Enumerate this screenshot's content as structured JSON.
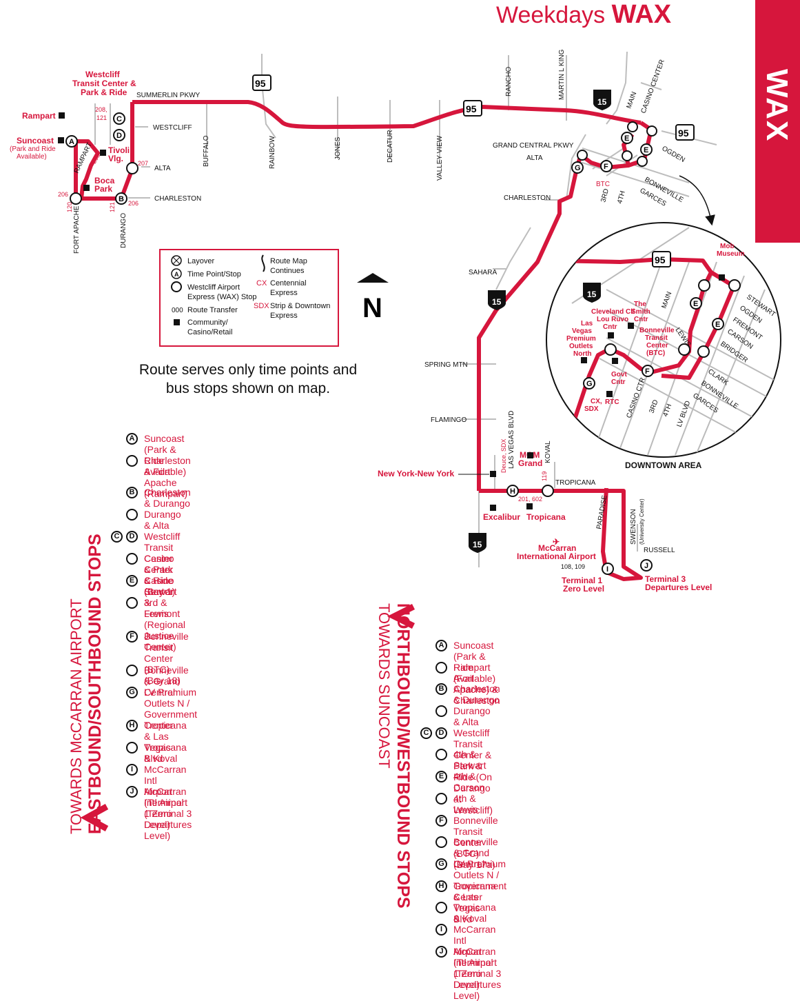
{
  "header": {
    "title_light": "Weekdays",
    "title_bold": "WAX",
    "tab": "WAX"
  },
  "colors": {
    "route": "#d6163c",
    "street": "#bbbbbb",
    "text": "#111111"
  },
  "legend": {
    "layover": "Layover",
    "time_point": "Time Point/Stop",
    "wax_stop_1": "Westcliff Airport",
    "wax_stop_2": "Express (WAX) Stop",
    "transfer_code": "000",
    "transfer": "Route Transfer",
    "community_1": "Community/",
    "community_2": "Casino/Retail",
    "continues_1": "Route Map",
    "continues_2": "Continues",
    "cx_code": "CX",
    "cx_1": "Centennial",
    "cx_2": "Express",
    "sdx_code": "SDX",
    "sdx_1": "Strip & Downtown",
    "sdx_2": "Express"
  },
  "north": "N",
  "note_line1": "Route serves only time points and",
  "note_line2": "bus stops shown on map.",
  "streets": {
    "summerlin": "SUMMERLIN PKWY",
    "westcliff": "WESTCLIFF",
    "alta": "ALTA",
    "charleston": "CHARLESTON",
    "rampart": "RAMPART",
    "fort_apache": "FORT APACHE",
    "durango": "DURANGO",
    "buffalo": "BUFFALO",
    "rainbow": "RAINBOW",
    "jones": "JONES",
    "decatur": "DECATUR",
    "valley_view": "VALLEY VIEW",
    "rancho": "RANCHO",
    "mlk": "MARTIN L KING",
    "main": "MAIN",
    "casino_center": "CASINO CENTER",
    "ogden": "OGDEN",
    "grand_central": "GRAND CENTRAL PKWY",
    "bonneville_garces_1": "BONNEVILLE",
    "bonneville_garces_2": "GARCES",
    "third": "3RD",
    "fourth": "4TH",
    "btc": "BTC",
    "sahara": "SAHARA",
    "spring_mtn": "SPRING MTN",
    "flamingo": "FLAMINGO",
    "tropicana": "TROPICANA",
    "las_vegas_blvd": "LAS VEGAS BLVD",
    "koval": "KOVAL",
    "paradise": "PARADISE",
    "swenson_1": "SWENSON",
    "swenson_2": "(University Center)",
    "russell": "RUSSELL",
    "alta2": "ALTA",
    "charleston2": "CHARLESTON"
  },
  "shields": {
    "us95": "95",
    "i15": "15"
  },
  "places": {
    "rampart": "Rampart",
    "westcliff_1": "Westcliff",
    "westcliff_2": "Transit Center &",
    "westcliff_3": "Park & Ride",
    "suncoast_1": "Suncoast",
    "suncoast_2": "(Park and Ride",
    "suncoast_3": "Available)",
    "tivoli_1": "Tivoli",
    "tivoli_2": "Vlg.",
    "boca_1": "Boca",
    "boca_2": "Park",
    "nyny": "New York-New York",
    "mgm_1": "MGM",
    "mgm_2": "Grand",
    "excalibur": "Excalibur",
    "tropicana": "Tropicana",
    "airport_1": "McCarran",
    "airport_2": "International Airport",
    "t1_1": "Terminal 1",
    "t1_2": "Zero Level",
    "t3_1": "Terminal 3",
    "t3_2": "Departures Level",
    "mob_1": "Mob",
    "mob_2": "Museum",
    "cleveland_1": "Cleveland Cl/",
    "cleveland_2": "Lou Ruvo",
    "cleveland_3": "Cntr",
    "smith_1": "The",
    "smith_2": "Smith",
    "smith_3": "Cntr",
    "outlets_1": "Las",
    "outlets_2": "Vegas",
    "outlets_3": "Premium",
    "outlets_4": "Outlets",
    "outlets_5": "North",
    "btc_1": "Bonneville",
    "btc_2": "Transit",
    "btc_3": "Center",
    "btc_4": "(BTC)",
    "govt_1": "Govt",
    "govt_2": "Cntr",
    "rtc": "RTC",
    "cx_sdx_1": "CX,",
    "cx_sdx_2": "SDX",
    "downtown": "DOWNTOWN AREA"
  },
  "transfers": {
    "t208": "208,",
    "t121": "121",
    "t208b": "208",
    "t207": "207",
    "t206a": "206",
    "t206b": "206",
    "t120": "120",
    "t121b": "121",
    "t108": "108, 109",
    "t201": "201, 602",
    "t119": "119",
    "t_deuce": "Deuce, SDX"
  },
  "inset_streets": {
    "stewart": "STEWART",
    "ogden": "OGDEN",
    "fremont": "FREMONT",
    "carson": "CARSON",
    "bridger": "BRIDGER",
    "clark": "CLARK",
    "bonneville": "BONNEVILLE",
    "garces": "GARCES",
    "main": "MAIN",
    "lewis": "LEWIS",
    "casino_ctr": "CASINO CTR",
    "third": "3RD",
    "fourth": "4TH",
    "lv_blvd": "LV BLVD"
  },
  "eastbound": {
    "title_1": "TOWARDS McCARRAN AIRPORT",
    "title_2": "EASTBOUND/SOUTHBOUND STOPS",
    "stops": [
      {
        "marker": "A",
        "name": "Suncoast (Park & Ride Available)"
      },
      {
        "marker": "",
        "name": "Charleston & Fort Apache",
        "sub": "(Rampart)"
      },
      {
        "marker": "B",
        "name": "Charleston & Durango"
      },
      {
        "marker": "",
        "name": "Durango & Alta"
      },
      {
        "marker": "D",
        "marker2": "C",
        "name": "Westcliff Transit Center & Park & Ride (Bay 1)"
      },
      {
        "marker": "",
        "name": "Casino Center & Stewart"
      },
      {
        "marker": "E",
        "name": "Casino Center & Fremont"
      },
      {
        "marker": "",
        "name": "3rd & Lewis",
        "sub": "(Regional Justice Center)"
      },
      {
        "marker": "F",
        "name": "Bonneville Transit Center (BTC)",
        "sub": "(Bay 18)"
      },
      {
        "marker": "",
        "name": "Bonneville & Grand Central"
      },
      {
        "marker": "G",
        "name": "LV Premium Outlets N /",
        "sub": "Government Center"
      },
      {
        "marker": "H",
        "name": "Tropicana & Las Vegas Blvd"
      },
      {
        "marker": "",
        "name": "Tropicana & Koval"
      },
      {
        "marker": "I",
        "name": "McCarran Intl Airport (Terminal 1 Zero Level)"
      },
      {
        "marker": "J",
        "name": "McCarran Intl Airport (Terminal 3 Departures Level)"
      }
    ]
  },
  "northbound": {
    "title_1": "NORTHBOUND/WESTBOUND STOPS",
    "title_2": "TOWARDS SUNCOAST",
    "stops": [
      {
        "marker": "A",
        "name": "Suncoast (Park & Ride Available)"
      },
      {
        "marker": "",
        "name": "Rampart (Fort Apache) & Charleston"
      },
      {
        "marker": "B",
        "name": "Charleston & Durango"
      },
      {
        "marker": "",
        "name": "Durango & Alta"
      },
      {
        "marker": "D",
        "marker2": "C",
        "name": "Westcliff Transit Center & Park & Ride (On Durango at Westcliff)"
      },
      {
        "marker": "",
        "name": "4th & Stewart"
      },
      {
        "marker": "E",
        "name": "4th & Carson"
      },
      {
        "marker": "",
        "name": "4th & Lewis"
      },
      {
        "marker": "F",
        "name": "Bonneville Transit Center (BTC) (Bay 17a)"
      },
      {
        "marker": "",
        "name": "Bonneville & Grand Central"
      },
      {
        "marker": "G",
        "name": "LV Premium Outlets N / Government Center"
      },
      {
        "marker": "H",
        "name": "Tropicana & Las Vegas Blvd"
      },
      {
        "marker": "",
        "name": "Tropicana & Koval"
      },
      {
        "marker": "I",
        "name": "McCarran Intl Airport (Terminal 1 Zero Level)"
      },
      {
        "marker": "J",
        "name": "McCarran Intl Airport (Terminal 3 Departures Level)"
      }
    ]
  }
}
